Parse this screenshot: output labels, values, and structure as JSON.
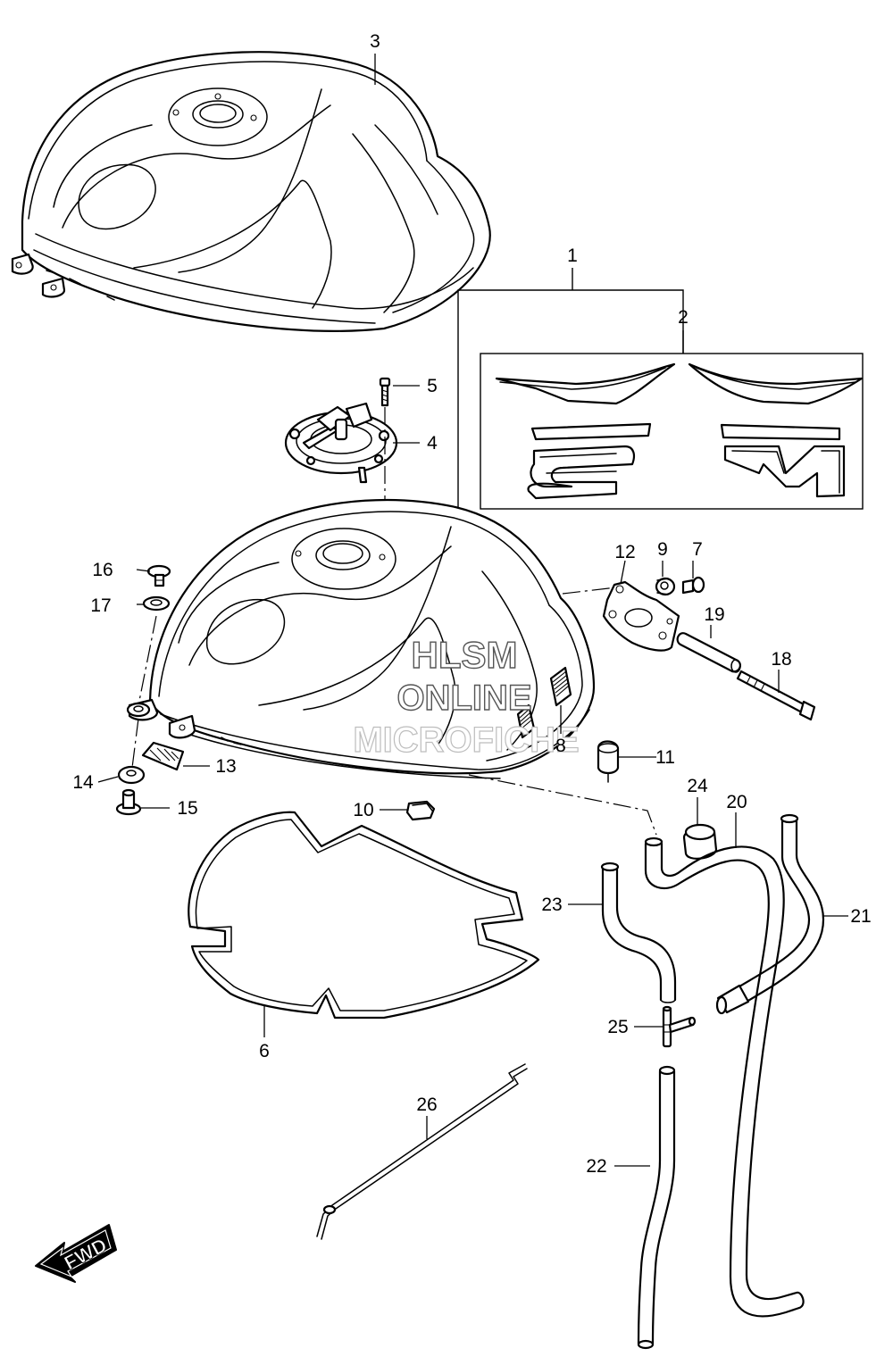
{
  "labels": [
    "1",
    "2",
    "3",
    "4",
    "5",
    "6",
    "7",
    "8",
    "9",
    "10",
    "11",
    "12",
    "13",
    "14",
    "15",
    "16",
    "17",
    "18",
    "19",
    "20",
    "21",
    "22",
    "23",
    "24",
    "25",
    "26"
  ],
  "watermark": {
    "line1": "HLSM",
    "line2": "ONLINE",
    "line3": "MICROFICHE"
  },
  "direction_arrow": {
    "text": "FWD",
    "icon": "fwd-arrow-icon"
  },
  "colors": {
    "line": "#000000",
    "background": "#ffffff",
    "watermark_stroke": "#555555"
  }
}
